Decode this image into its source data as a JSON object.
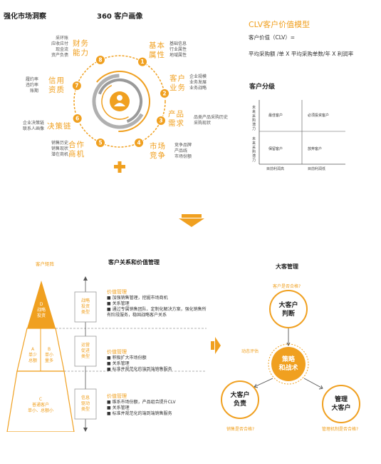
{
  "top": {
    "market_title": "强化市场洞察",
    "portrait_title": "360 客户画像",
    "segments": [
      {
        "num": "1",
        "label": "基本\n属性",
        "items": [
          "基础信息",
          "行业属性",
          "地域属性"
        ]
      },
      {
        "num": "2",
        "label": "客户\n业务",
        "items": [
          "企业规模",
          "业务发展",
          "业务战略"
        ]
      },
      {
        "num": "3",
        "label": "产品\n需求",
        "items": [
          "品类产品采购历史",
          "采购现状"
        ]
      },
      {
        "num": "4",
        "label": "市场\n竞争",
        "items": [
          "竞争品牌",
          "产品线",
          "市场份额"
        ]
      },
      {
        "num": "5",
        "label": "合作\n商机",
        "items": [
          "销售历史",
          "销售现状",
          "潜在商机"
        ]
      },
      {
        "num": "6",
        "label": "决策链",
        "items": [
          "企业决策链",
          "联系人画像"
        ]
      },
      {
        "num": "7",
        "label": "信用\n资质",
        "items": [
          "履约率",
          "违约率",
          "账期"
        ]
      },
      {
        "num": "8",
        "label": "财务\n能力",
        "items": [
          "采环账",
          "应收应付",
          "现金流",
          "资产负债"
        ]
      }
    ],
    "plus_icon": "plus-icon",
    "user_icon": "user-icon"
  },
  "clv": {
    "title": "CLV客户价值模型",
    "line1": "客户价值（CLV）=",
    "line2": "平均采购额 /单 X 平均采购单数/年 X 利润率"
  },
  "segmentation": {
    "title": "客户分级",
    "y_label_top": "未来采购潜力",
    "y_label_bottom": "未来采购潜力",
    "cells": [
      "最佳客户",
      "必须投资客户",
      "保留客户",
      "放弃客户"
    ],
    "x_label_left": "目前利润高",
    "x_label_right": "目前利润低"
  },
  "relationship": {
    "path_label": "客户矩阵",
    "title": "客户关系和价值管理",
    "tiers": {
      "d": "D\n战略\n投资",
      "a": "A\n单少\n总额",
      "b": "B\n单小\n量多",
      "c": "C\n普通客户\n单小、总额小"
    },
    "blocks": [
      {
        "tag": "战略\n投资\n类型",
        "heading": "价值管理",
        "items": [
          "加强销售管理，挖掘市场商机",
          "关系管理",
          "通过专属销售团队、定制化解决方案，强化销售所有阶段服务，稳固战略客户关系"
        ]
      },
      {
        "tag": "运营\n促进\n类型",
        "heading": "价值管理",
        "items": [
          "积极扩大市场份额",
          "关系管理",
          "标准并规范化的端到端销售服务"
        ]
      },
      {
        "tag": "信息\n驱动\n类型",
        "heading": "价值管理",
        "items": [
          "维系市场份额，产品组合提升CLV",
          "关系管理",
          "标准并规范化的端到端销售服务"
        ]
      }
    ]
  },
  "key_account": {
    "title": "大客管理",
    "center": "策略\n和战术",
    "judge": "大客户\n判断",
    "owner": "大客户\n负责",
    "manage": "管理\n大客户",
    "note_top": "客户是否合格?",
    "note_left": "动态评估",
    "note_bottom_left": "销售是否合格?",
    "note_bottom_right": "管理机制是否合格?"
  },
  "colors": {
    "accent": "#f0a020",
    "dark": "#333333",
    "grey": "#8a8a8a"
  }
}
